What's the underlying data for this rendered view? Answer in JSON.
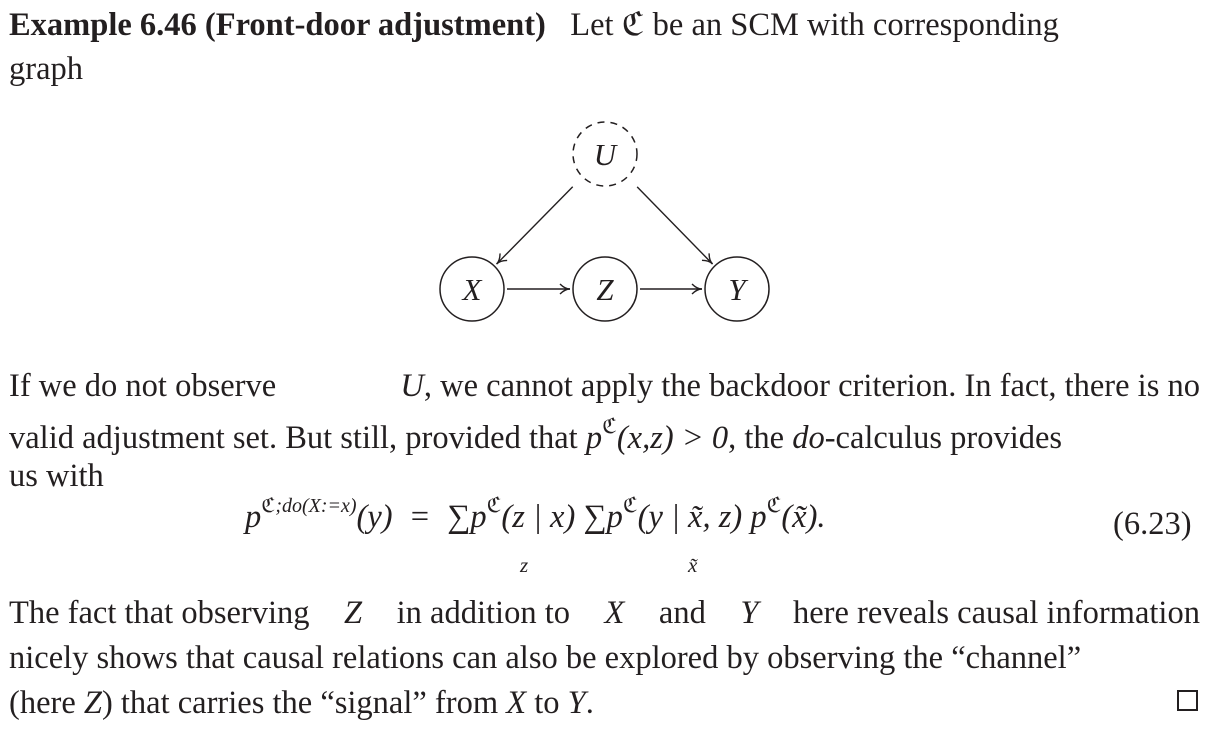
{
  "example": {
    "title": "Example 6.46 (Front-door adjustment)",
    "intro_part1": "Let",
    "scm_symbol": "ℭ",
    "intro_part2": "be an SCM with corresponding",
    "intro_line2": "graph"
  },
  "graph": {
    "nodes": [
      {
        "id": "U",
        "label": "U",
        "observed": false
      },
      {
        "id": "X",
        "label": "X",
        "observed": true
      },
      {
        "id": "Z",
        "label": "Z",
        "observed": true
      },
      {
        "id": "Y",
        "label": "Y",
        "observed": true
      }
    ],
    "edges": [
      [
        "U",
        "X"
      ],
      [
        "U",
        "Y"
      ],
      [
        "X",
        "Z"
      ],
      [
        "Z",
        "Y"
      ]
    ]
  },
  "paragraph1": {
    "l1a": "If we do not observe",
    "l1var": "U",
    "l1b": ", we cannot apply the backdoor criterion. In fact, there is no",
    "l2a": "valid adjustment set. But still, provided that",
    "l2expr": "(x,z) > 0",
    "l2b": ", the",
    "l2do": "do",
    "l2c": "-calculus provides",
    "l3": "us with"
  },
  "equation": {
    "lhs_p": "p",
    "lhs_sup_tail": ";do(X:=x)",
    "lhs_arg": "(y)",
    "eq": "=",
    "sum": "∑",
    "sum1_sub": "z",
    "sum2_sub": "x̃",
    "p": "p",
    "t1": "(z | x)",
    "t2": "(y | x̃, z)",
    "t3": "(x̃).",
    "number": "(6.23)"
  },
  "paragraph2": {
    "l1a": "The fact that observing",
    "l1z": "Z",
    "l1b": "in addition to",
    "l1x": "X",
    "l1c": "and",
    "l1y": "Y",
    "l1d": "here reveals causal information",
    "l2": "nicely shows that causal relations can also be explored by observing the “channel”",
    "l3a": "(here",
    "l3z": "Z",
    "l3b": ") that carries the “signal” from",
    "l3x": "X",
    "l3c": "to",
    "l3y": "Y",
    "l3d": "."
  }
}
